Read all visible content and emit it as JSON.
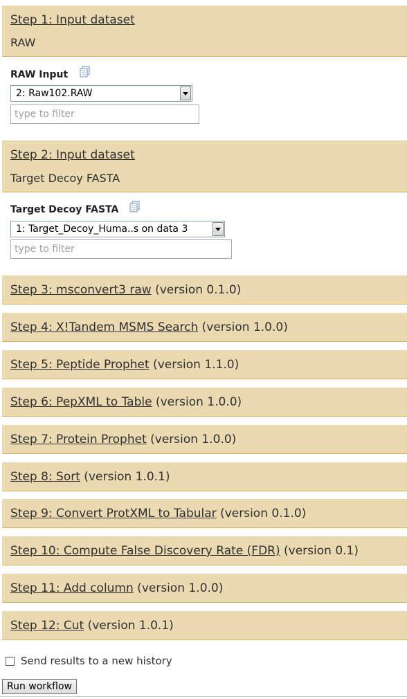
{
  "steps": [
    {
      "title": "Step 1: Input dataset",
      "version": "",
      "subtitle": "RAW"
    },
    {
      "title": "Step 2: Input dataset",
      "version": "",
      "subtitle": "Target Decoy FASTA"
    },
    {
      "title": "Step 3: msconvert3  raw",
      "version": " (version 0.1.0)"
    },
    {
      "title": "Step 4: X!Tandem MSMS Search",
      "version": " (version 1.0.0)"
    },
    {
      "title": "Step 5: Peptide Prophet",
      "version": " (version 1.1.0)"
    },
    {
      "title": "Step 6: PepXML to Table",
      "version": " (version 1.0.0)"
    },
    {
      "title": "Step 7: Protein Prophet",
      "version": " (version 1.0.0)"
    },
    {
      "title": "Step 8: Sort",
      "version": " (version 1.0.1)"
    },
    {
      "title": "Step 9: Convert ProtXML to Tabular",
      "version": " (version 0.1.0)"
    },
    {
      "title": "Step 10: Compute False Discovery Rate (FDR)",
      "version": " (version 0.1)"
    },
    {
      "title": "Step 11: Add column",
      "version": " (version 1.0.0)"
    },
    {
      "title": "Step 12: Cut",
      "version": " (version 1.0.1)"
    }
  ],
  "inputs": {
    "raw": {
      "label": "RAW Input",
      "selected": "2: Raw102.RAW",
      "filter_placeholder": "type to filter"
    },
    "fasta": {
      "label": "Target Decoy FASTA",
      "selected": "1: Target_Decoy_Huma..s on data 3",
      "filter_placeholder": "type to filter"
    }
  },
  "icons": {
    "copy": "copy-datasets-icon"
  },
  "footer": {
    "send_to_history_label": "Send results to a new history",
    "send_to_history_checked": false,
    "run_button_label": "Run workflow"
  },
  "colors": {
    "step_header_bg": "#ebd9b2",
    "step_header_border": "#d6b161"
  }
}
